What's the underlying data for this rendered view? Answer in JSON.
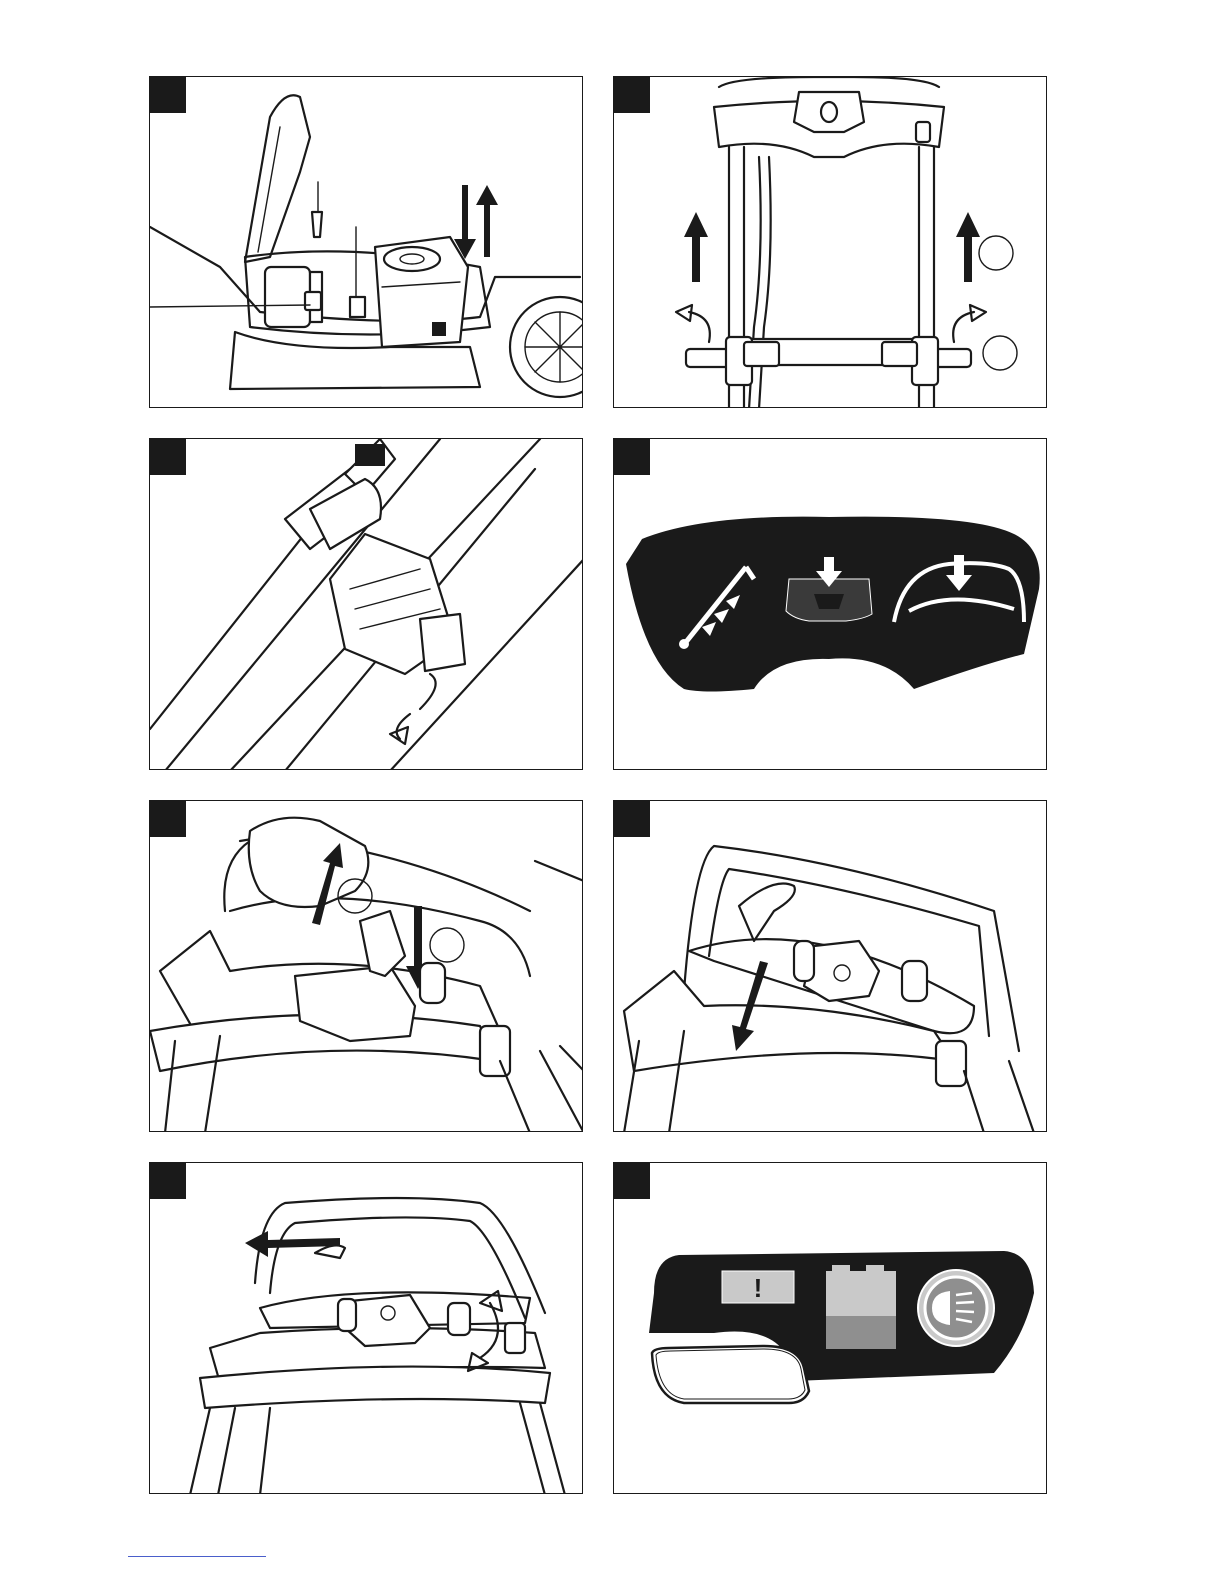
{
  "panels": [
    {
      "id": "panel-1",
      "description": "battery-insertion"
    },
    {
      "id": "panel-2",
      "description": "handle-extension"
    },
    {
      "id": "panel-3",
      "description": "cable-clip"
    },
    {
      "id": "panel-4",
      "description": "control-icons"
    },
    {
      "id": "panel-5",
      "description": "start-lever"
    },
    {
      "id": "panel-6",
      "description": "bail-release"
    },
    {
      "id": "panel-7",
      "description": "handle-fold"
    },
    {
      "id": "panel-8",
      "description": "indicator-panel"
    }
  ],
  "colors": {
    "ink": "#1a1a1a",
    "paper": "#ffffff",
    "grey": "#8f8f8f",
    "light_grey": "#c9c9c9",
    "link": "#4a5ecb"
  },
  "indicator": {
    "warning_symbol": "!"
  }
}
